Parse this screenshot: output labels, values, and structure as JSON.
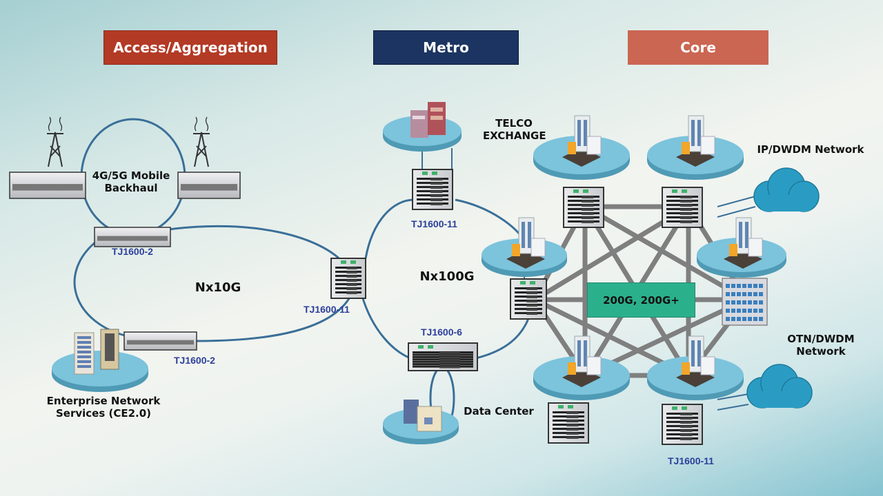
{
  "headers": {
    "access": "Access/Aggregation",
    "metro": "Metro",
    "core": "Core"
  },
  "colors": {
    "access": "#b33a25",
    "metro": "#1c3461",
    "core": "#cb6652",
    "ring_line": "#3a6f98",
    "mesh_line": "#7f7f7f",
    "speed_box": "#2bb08c",
    "cloud": "#2a9cc3",
    "device_label": "#2c3f9a",
    "platform": "#7cc3dc"
  },
  "labels": {
    "mobile_backhaul": [
      "4G/5G Mobile",
      "Backhaul"
    ],
    "enterprise": [
      "Enterprise Network",
      "Services (CE2.0)"
    ],
    "nx10g": "Nx10G",
    "nx100g": "Nx100G",
    "telco": [
      "TELCO",
      "EXCHANGE"
    ],
    "data_center": "Data Center",
    "ip_dwdm": "IP/DWDM Network",
    "otn_dwdm": [
      "OTN/DWDM",
      "Network"
    ],
    "core_speed": "200G, 200G+"
  },
  "devices": {
    "access_top": "TJ1600-2",
    "access_bottom": "TJ1600-2",
    "metro_hub": "TJ1600-11",
    "metro_top": "TJ1600-11",
    "metro_bottom": "TJ1600-6",
    "core_bottom": "TJ1600-11"
  },
  "icons": {
    "cell_tower": "cell-tower-icon",
    "building": "office-building-icon",
    "cloud": "cloud-icon",
    "chassis": "network-chassis-icon",
    "switch_1u": "rack-switch-icon",
    "patch_panel": "patch-panel-icon"
  }
}
